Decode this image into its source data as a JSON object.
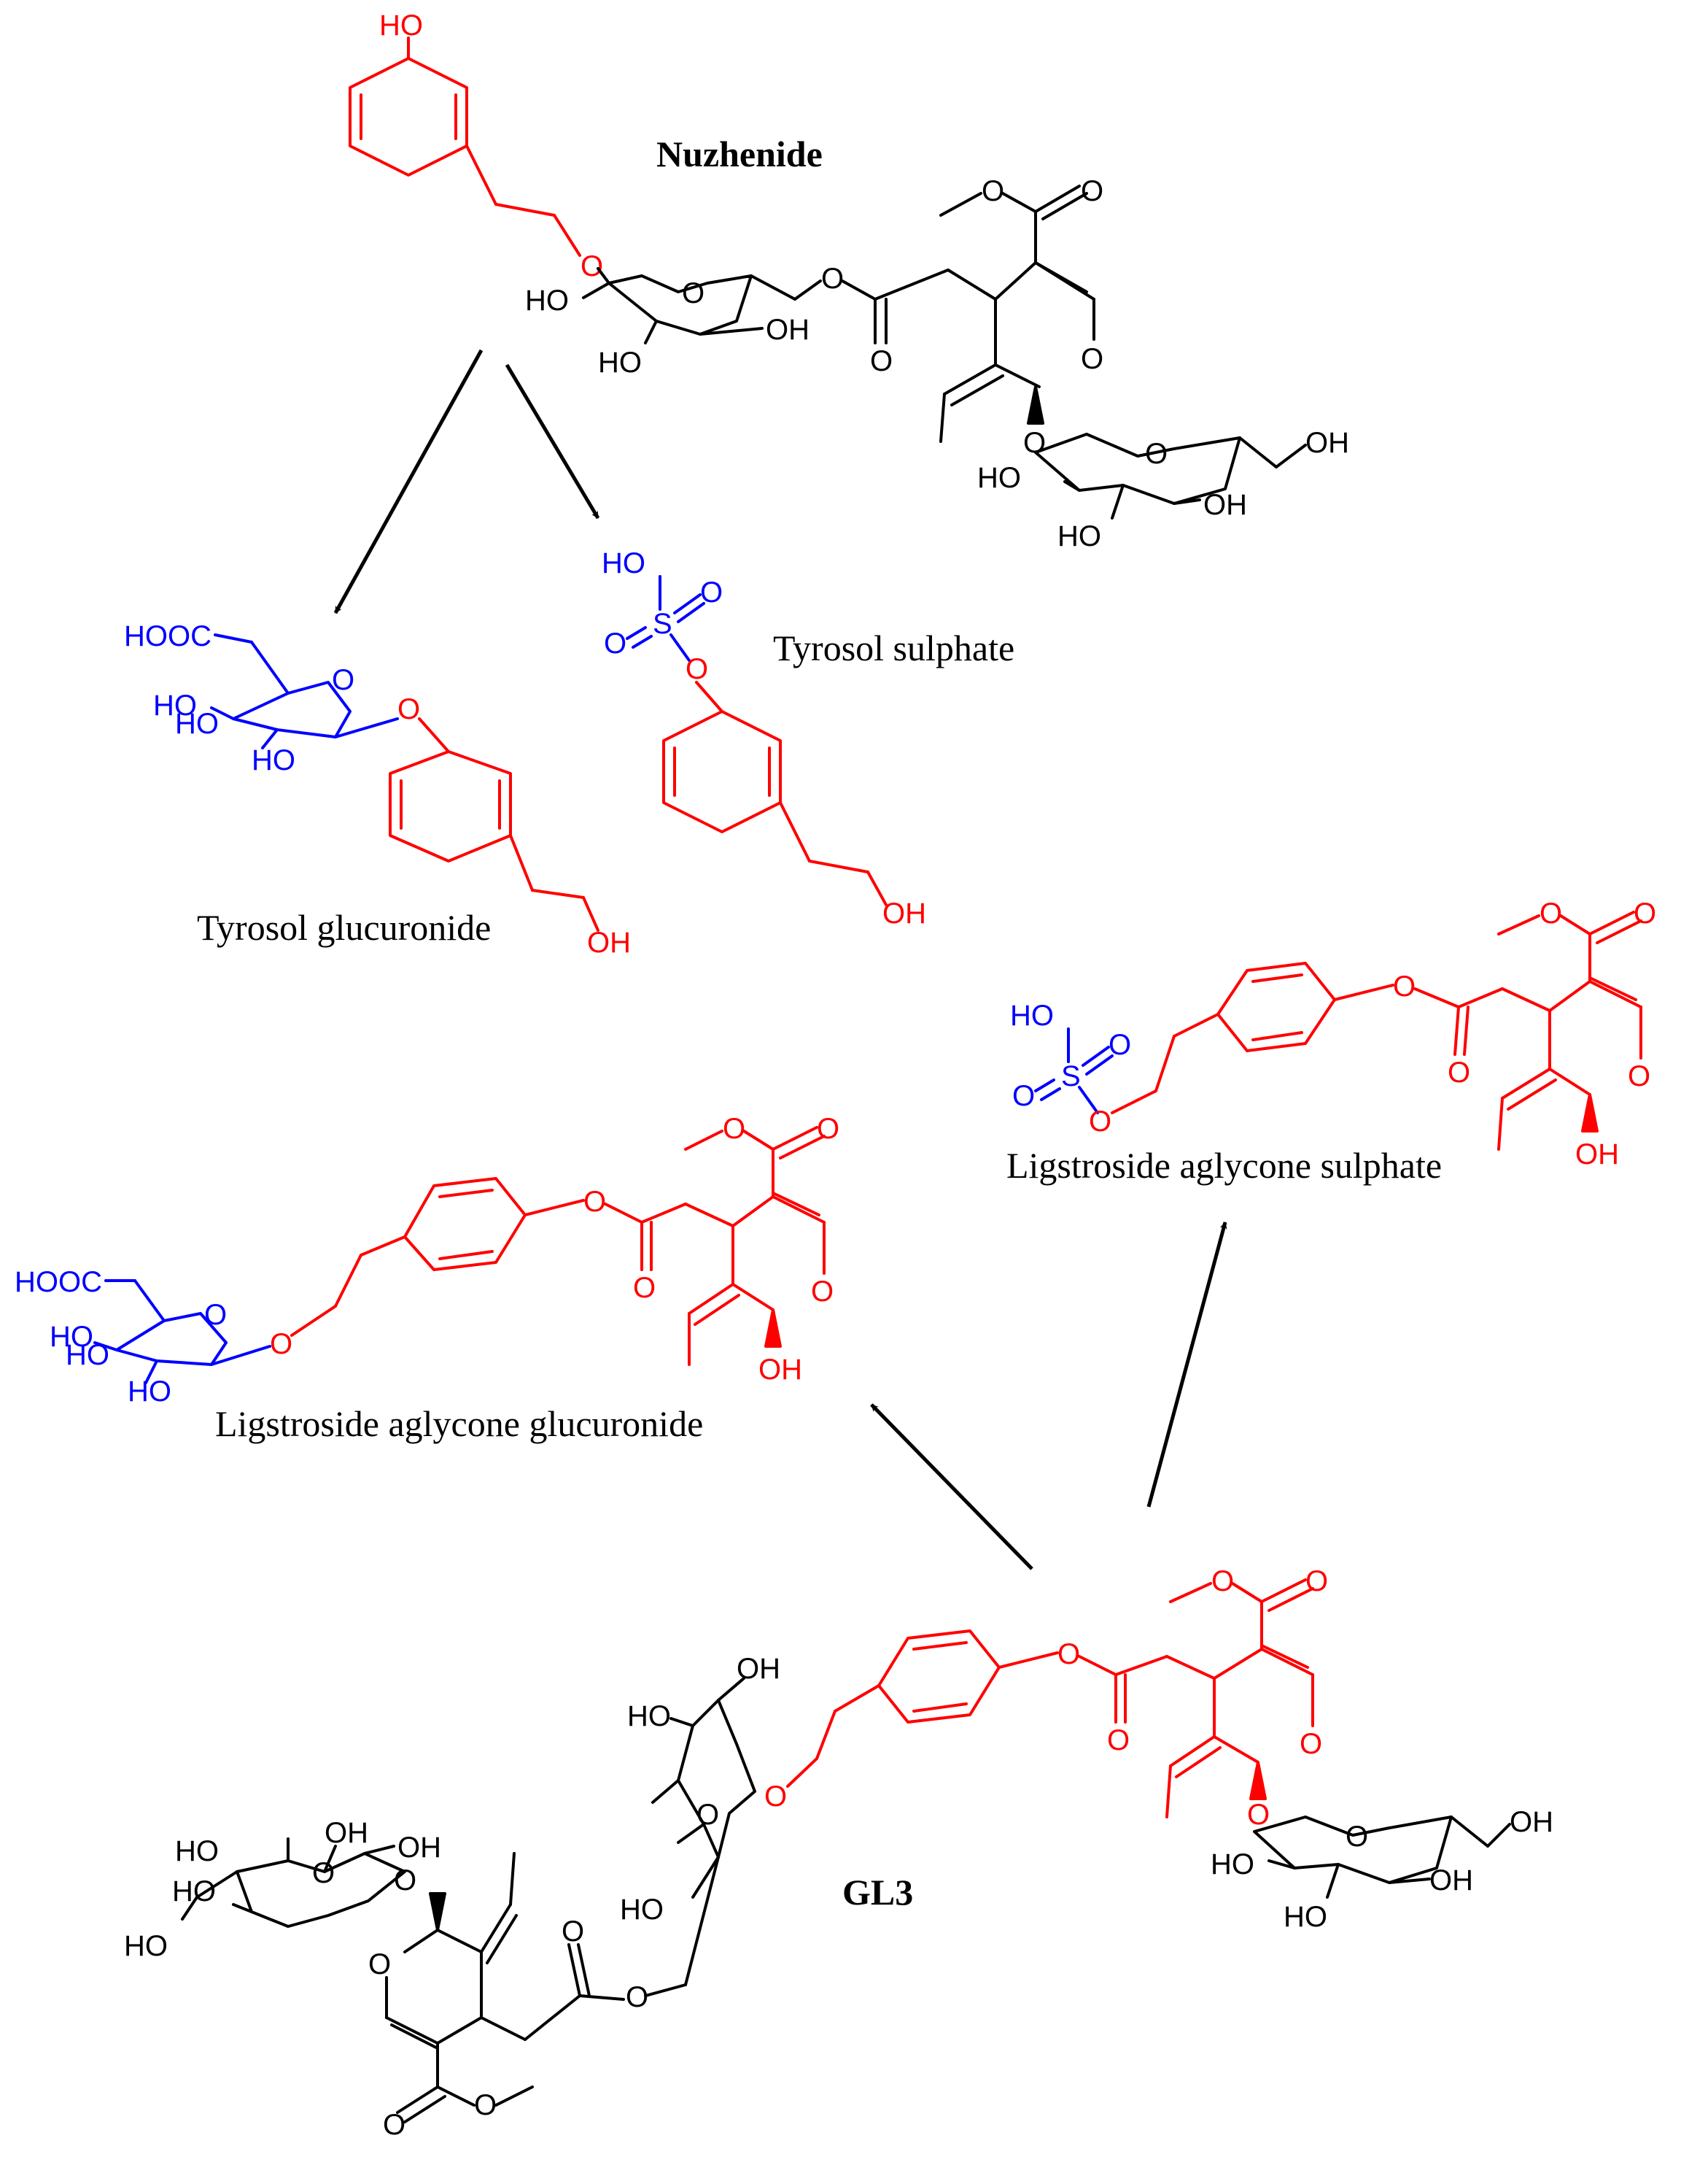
{
  "colors": {
    "parent": "#000000",
    "tyrosol_moiety": "#ff0000",
    "conjugate": "#0000ff",
    "arrow": "#000000",
    "background": "#ffffff"
  },
  "compounds": {
    "nuzhenide": {
      "name": "Nuzhenide"
    },
    "tyrosol_glucuronide": {
      "name": "Tyrosol glucuronide"
    },
    "tyrosol_sulphate": {
      "name": "Tyrosol sulphate"
    },
    "ligstroside_aglycone_sulphate": {
      "name": "Ligstroside aglycone sulphate"
    },
    "ligstroside_aglycone_glucuronide": {
      "name": "Ligstroside aglycone glucuronide"
    },
    "gl3": {
      "name": "GL3"
    }
  },
  "atoms": {
    "ho": "HO",
    "oh": "OH",
    "o": "O",
    "s": "S",
    "hooc": "HOOC"
  },
  "arrows": [
    {
      "from": "Nuzhenide",
      "to": "Tyrosol glucuronide"
    },
    {
      "from": "Nuzhenide",
      "to": "Tyrosol sulphate"
    },
    {
      "from": "GL3",
      "to": "Ligstroside aglycone glucuronide"
    },
    {
      "from": "GL3",
      "to": "Ligstroside aglycone sulphate"
    }
  ]
}
